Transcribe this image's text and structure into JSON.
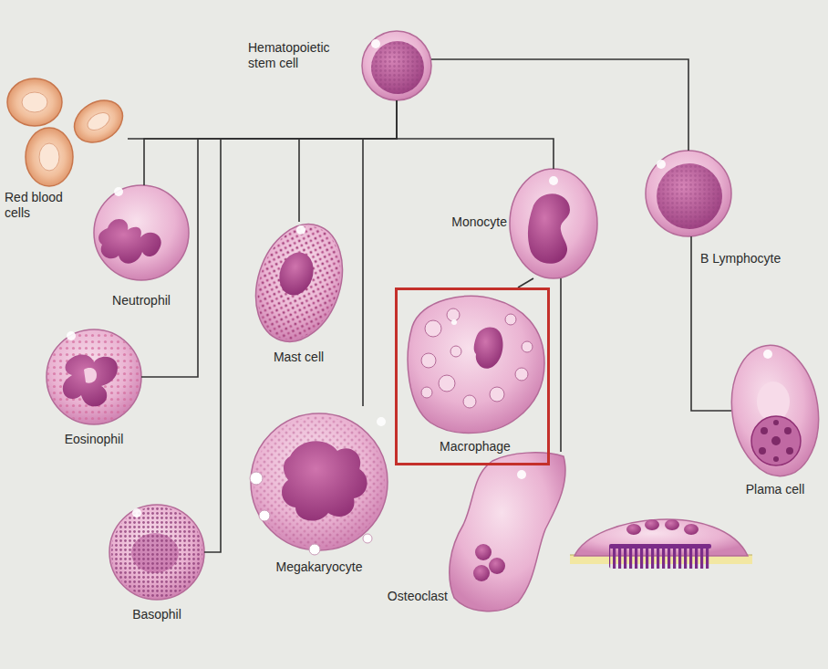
{
  "diagram": {
    "nodes": [
      {
        "text": [
          "Hematopoietic stem cell"
        ]
      },
      {
        "text": [
          "Red blood cells"
        ]
      },
      {
        "text": [
          "Neutrophil"
        ]
      },
      {
        "text": [
          "Mast cell"
        ]
      },
      {
        "text": [
          "Monocyte"
        ]
      },
      {
        "text": [
          "B Lymphocyte"
        ]
      },
      {
        "text": [
          "Eosinophil"
        ]
      },
      {
        "text": [
          "Macrophage"
        ]
      },
      {
        "text": [
          "Megakaryocyte"
        ]
      },
      {
        "text": [
          "Basophil"
        ]
      },
      {
        "text": [
          "Osteoclast"
        ]
      },
      {
        "text": [
          "Plama cell"
        ]
      }
    ],
    "edges": [
      {
        "from": 0,
        "to": 1,
        "arrow": "none"
      },
      {
        "from": 0,
        "to": 2,
        "arrow": "none"
      },
      {
        "from": 0,
        "to": 6,
        "arrow": "none"
      },
      {
        "from": 0,
        "to": 9,
        "arrow": "none"
      },
      {
        "from": 0,
        "to": 3,
        "arrow": "none"
      },
      {
        "from": 0,
        "to": 8,
        "arrow": "none"
      },
      {
        "from": 0,
        "to": 4,
        "arrow": "none"
      },
      {
        "from": 0,
        "to": 5,
        "arrow": "none"
      },
      {
        "from": 4,
        "to": 7,
        "arrow": "none"
      },
      {
        "from": 4,
        "to": 10,
        "arrow": "none"
      },
      {
        "from": 5,
        "to": 11,
        "arrow": "none"
      }
    ]
  }
}
